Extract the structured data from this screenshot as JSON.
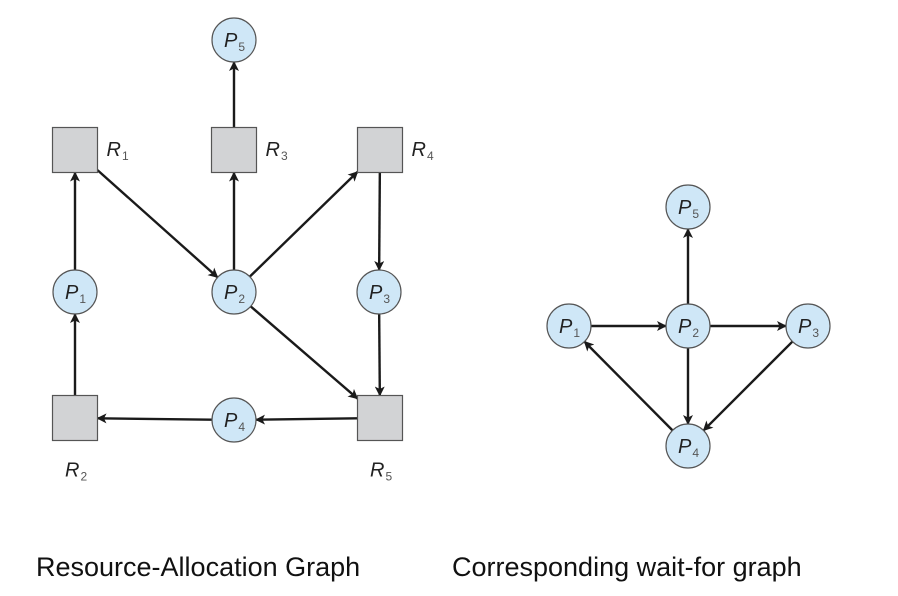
{
  "graphs": [
    {
      "id": "rag",
      "caption": "Resource-Allocation Graph",
      "nodes": [
        {
          "id": "P5",
          "kind": "process",
          "label": "P",
          "sub": "5"
        },
        {
          "id": "R1",
          "kind": "resource",
          "label": "R",
          "sub": "1"
        },
        {
          "id": "R3",
          "kind": "resource",
          "label": "R",
          "sub": "3"
        },
        {
          "id": "R4",
          "kind": "resource",
          "label": "R",
          "sub": "4"
        },
        {
          "id": "P1",
          "kind": "process",
          "label": "P",
          "sub": "1"
        },
        {
          "id": "P2",
          "kind": "process",
          "label": "P",
          "sub": "2"
        },
        {
          "id": "P3",
          "kind": "process",
          "label": "P",
          "sub": "3"
        },
        {
          "id": "R2",
          "kind": "resource",
          "label": "R",
          "sub": "2"
        },
        {
          "id": "P4",
          "kind": "process",
          "label": "P",
          "sub": "4"
        },
        {
          "id": "R5",
          "kind": "resource",
          "label": "R",
          "sub": "5"
        }
      ],
      "edges": [
        {
          "from": "R3",
          "to": "P5"
        },
        {
          "from": "P1",
          "to": "R1"
        },
        {
          "from": "R1",
          "to": "P2"
        },
        {
          "from": "P2",
          "to": "R3"
        },
        {
          "from": "P2",
          "to": "R4"
        },
        {
          "from": "R4",
          "to": "P3"
        },
        {
          "from": "R2",
          "to": "P1"
        },
        {
          "from": "P2",
          "to": "R5"
        },
        {
          "from": "P3",
          "to": "R5"
        },
        {
          "from": "R5",
          "to": "P4"
        },
        {
          "from": "P4",
          "to": "R2"
        }
      ]
    },
    {
      "id": "wfg",
      "caption": "Corresponding wait-for graph",
      "nodes": [
        {
          "id": "P5",
          "kind": "process",
          "label": "P",
          "sub": "5"
        },
        {
          "id": "P1",
          "kind": "process",
          "label": "P",
          "sub": "1"
        },
        {
          "id": "P2",
          "kind": "process",
          "label": "P",
          "sub": "2"
        },
        {
          "id": "P3",
          "kind": "process",
          "label": "P",
          "sub": "3"
        },
        {
          "id": "P4",
          "kind": "process",
          "label": "P",
          "sub": "4"
        }
      ],
      "edges": [
        {
          "from": "P2",
          "to": "P5"
        },
        {
          "from": "P1",
          "to": "P2"
        },
        {
          "from": "P2",
          "to": "P3"
        },
        {
          "from": "P2",
          "to": "P4"
        },
        {
          "from": "P3",
          "to": "P4"
        },
        {
          "from": "P4",
          "to": "P1"
        }
      ]
    }
  ],
  "colors": {
    "process_fill": "#cfe7f7",
    "resource_fill": "#d2d3d5",
    "edge": "#1a1a1a"
  }
}
